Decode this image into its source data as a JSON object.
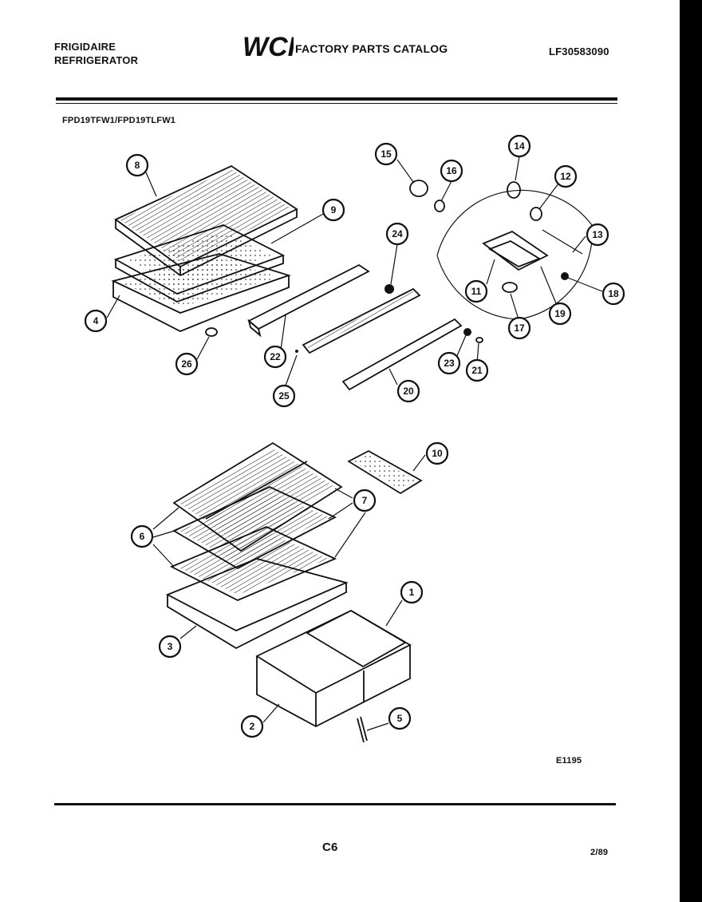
{
  "header": {
    "brand_line1": "FRIGIDAIRE",
    "brand_line2": "REFRIGERATOR",
    "logo_text": "WCI",
    "catalog_title": "FACTORY PARTS CATALOG",
    "document_number": "LF30583090"
  },
  "models": "FPD19TFW1/FPD19TLFW1",
  "callouts": [
    "1",
    "2",
    "3",
    "4",
    "5",
    "6",
    "7",
    "8",
    "9",
    "10",
    "11",
    "12",
    "13",
    "14",
    "15",
    "16",
    "17",
    "18",
    "19",
    "20",
    "21",
    "22",
    "23",
    "24",
    "25",
    "26"
  ],
  "footer": {
    "figure_code": "E1195",
    "page": "C6",
    "date": "2/89"
  },
  "colors": {
    "ink": "#111111",
    "paper": "#ffffff",
    "border": "#000000"
  }
}
